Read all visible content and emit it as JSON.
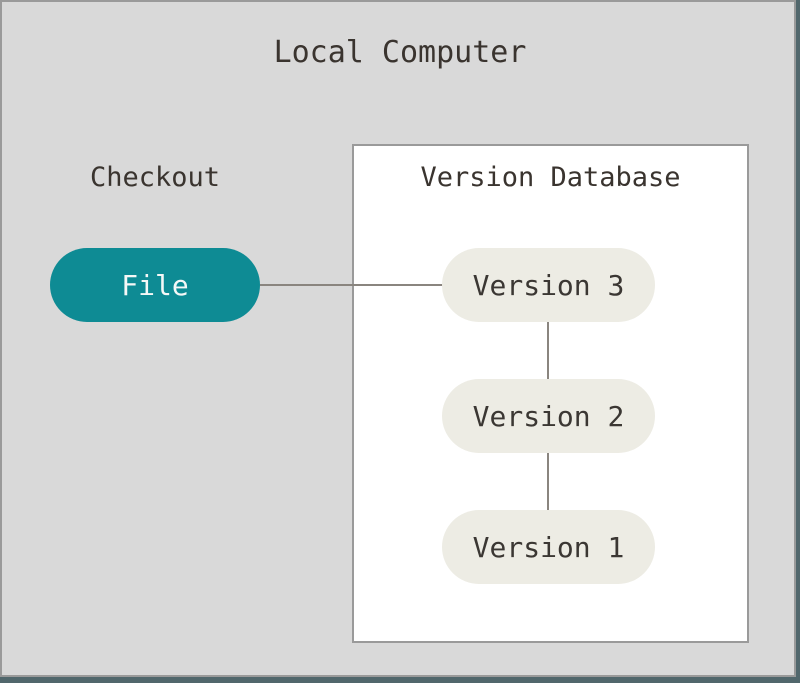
{
  "diagram": {
    "title": "Local Computer",
    "checkout": {
      "label": "Checkout",
      "file_node_label": "File"
    },
    "version_database": {
      "label": "Version Database",
      "versions": [
        "Version 3",
        "Version 2",
        "Version 1"
      ]
    },
    "connections": [
      "File - Version 3",
      "Version 3 - Version 2",
      "Version 2 - Version 1"
    ],
    "colors": {
      "panel_background": "#D9D9D9",
      "panel_border": "#9A9A9A",
      "frame_edge_slate": "#51676C",
      "file_node_fill": "#0E8B94",
      "file_node_text": "#F5F8F7",
      "version_node_fill": "#EDECE4",
      "box_fill": "#FFFFFF",
      "connector_line": "#8A857F",
      "text_dark": "#3A342F"
    }
  }
}
